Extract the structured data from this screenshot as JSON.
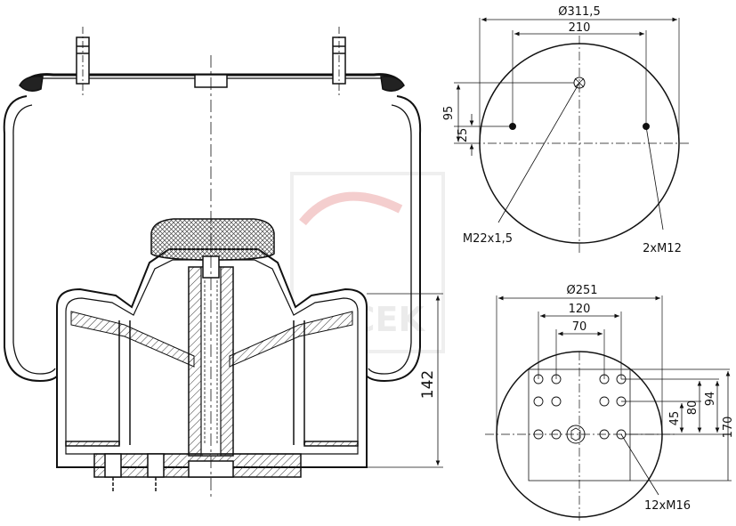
{
  "watermark": {
    "text": "ARCEK"
  },
  "side_view": {
    "height_dim": "142"
  },
  "top_view": {
    "diameter": "Ø311,5",
    "bolt_spacing": "210",
    "offset_95": "95",
    "offset_25": "25",
    "center_thread": "M22x1,5",
    "bolt_thread": "2xM12"
  },
  "bottom_view": {
    "diameter": "Ø251",
    "spacing_120": "120",
    "spacing_70": "70",
    "dim_45": "45",
    "dim_80": "80",
    "dim_94": "94",
    "dim_170": "170",
    "hole_thread": "12xM16"
  }
}
